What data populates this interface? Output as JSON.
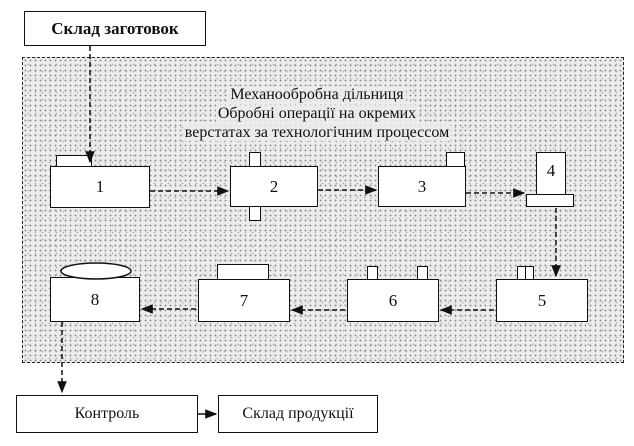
{
  "warehouse_in": "Склад заготовок",
  "section": {
    "title_line1": "Механообробна дільниця",
    "title_line2": "Обробні операції на окремих",
    "title_line3": "верстатах за технологічним процессом"
  },
  "machines": [
    "1",
    "2",
    "3",
    "4",
    "5",
    "6",
    "7",
    "8"
  ],
  "control": "Контроль",
  "warehouse_out": "Склад продукції"
}
